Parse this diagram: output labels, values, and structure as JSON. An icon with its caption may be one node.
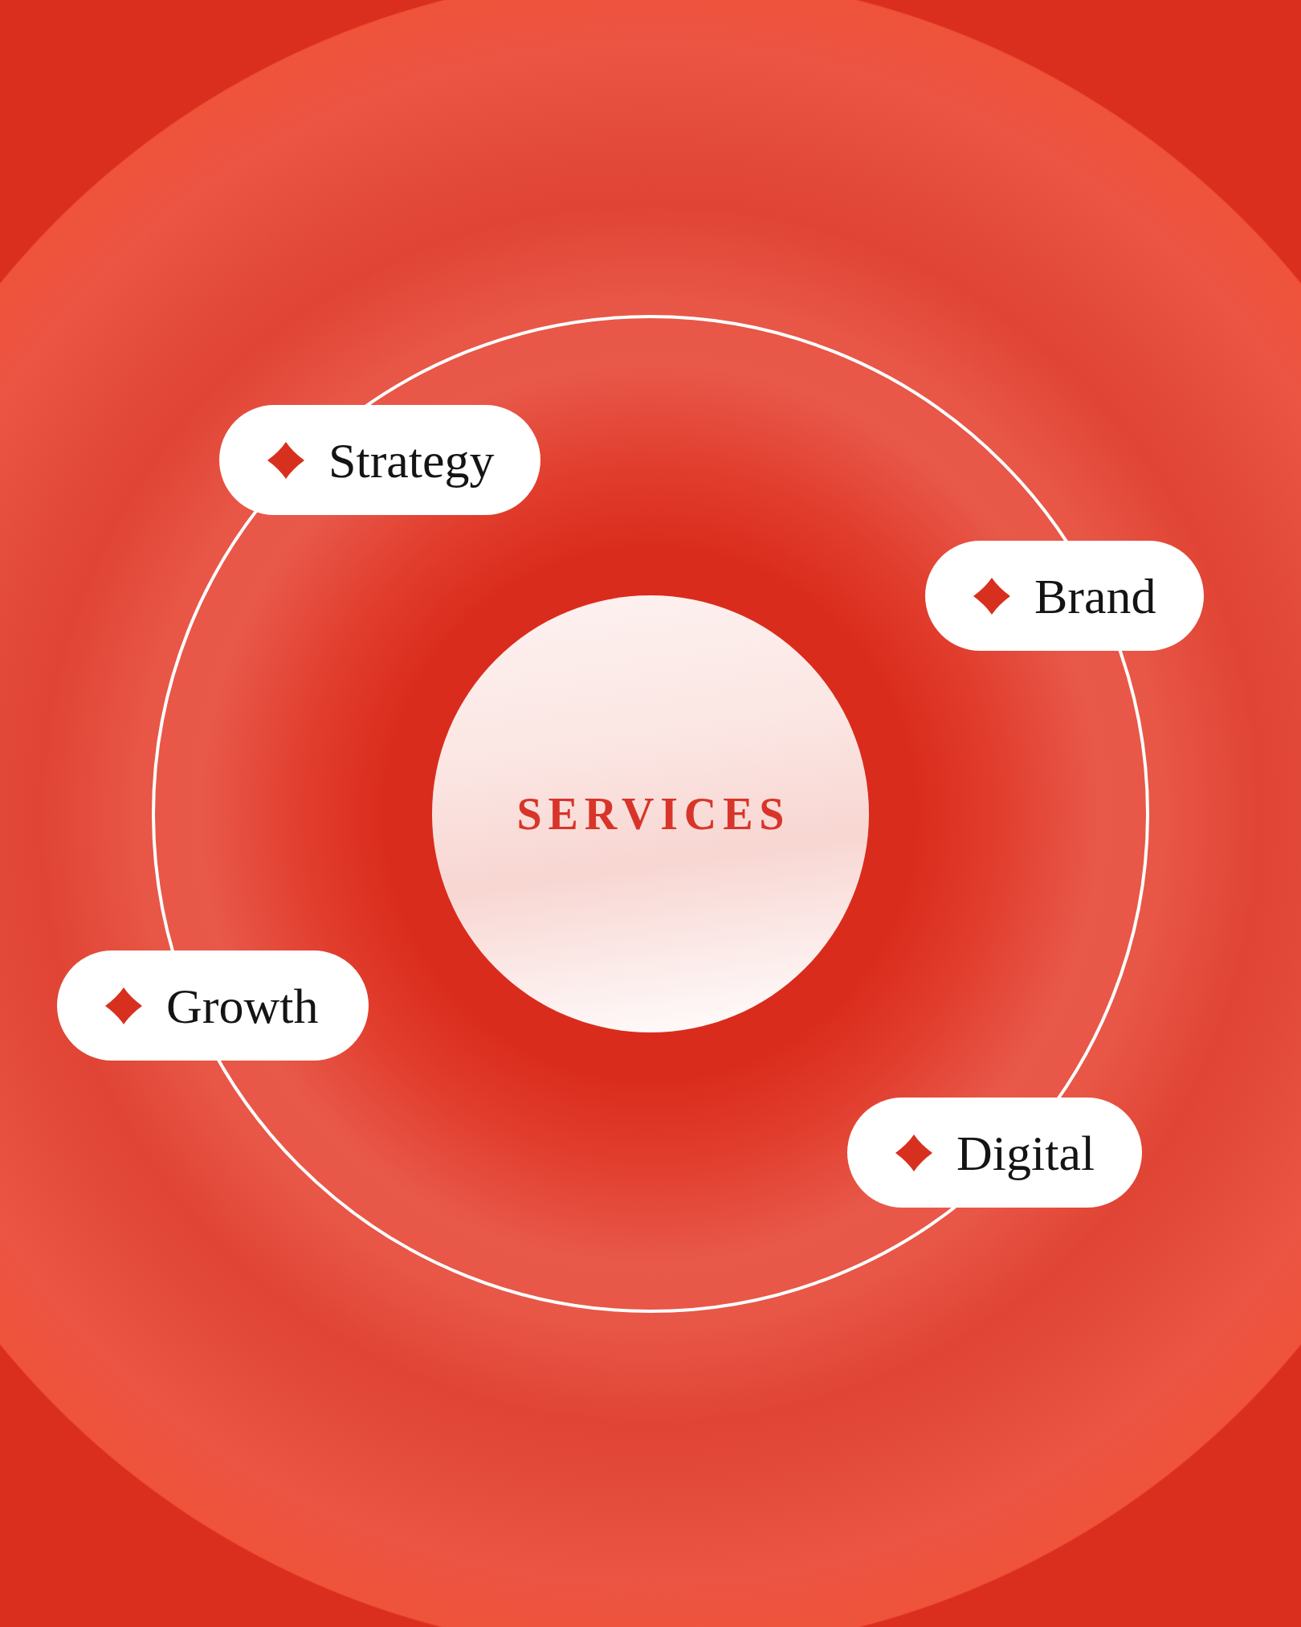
{
  "diagram": {
    "nodes": [
      {
        "text": [
          "SERVICES"
        ]
      },
      {
        "text": [
          "Strategy"
        ]
      },
      {
        "text": [
          "Brand"
        ]
      },
      {
        "text": [
          "Growth"
        ]
      },
      {
        "text": [
          "Digital"
        ]
      }
    ]
  }
}
